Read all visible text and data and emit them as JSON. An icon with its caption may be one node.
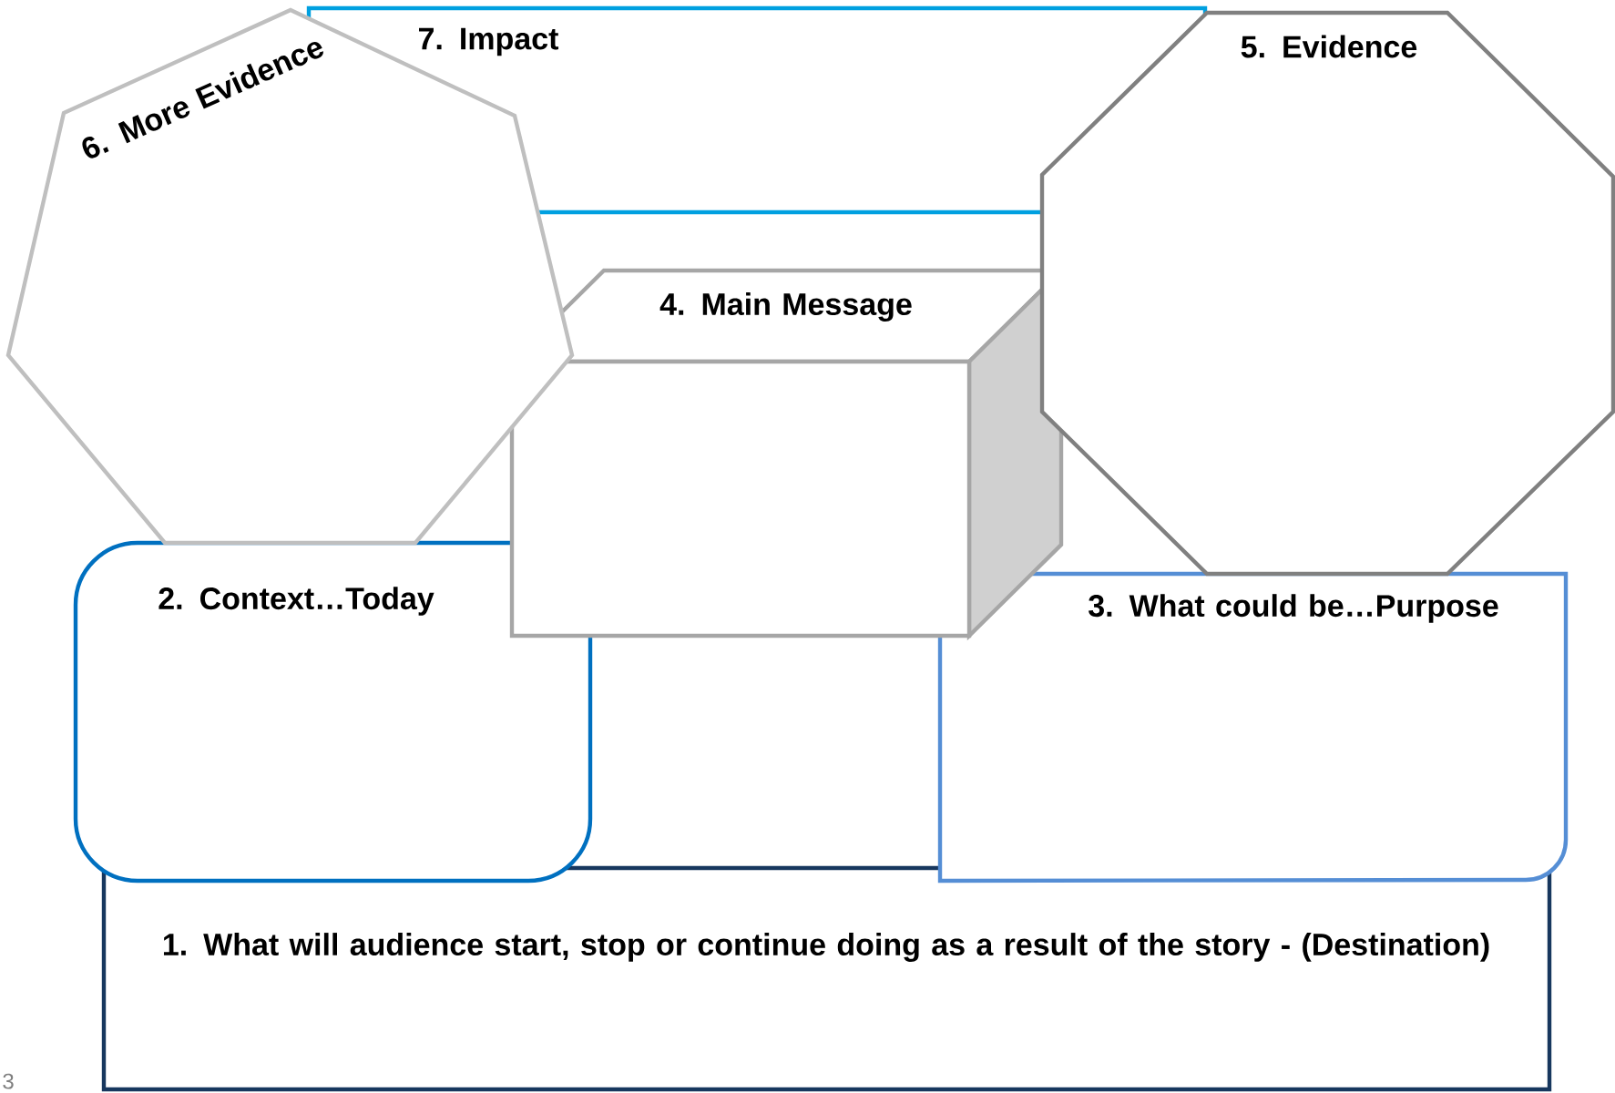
{
  "diagram": {
    "nodes": [
      {
        "text": [
          "6. More Evidence"
        ]
      },
      {
        "text": [
          "7. Impact"
        ]
      },
      {
        "text": [
          "5. Evidence"
        ]
      },
      {
        "text": [
          "4. Main Message"
        ]
      },
      {
        "text": [
          "2. Context…Today"
        ]
      },
      {
        "text": [
          "3. What could be…Purpose"
        ]
      },
      {
        "text": [
          "1. What will audience start, stop or continue doing as a result of the story - (Destination)"
        ]
      }
    ],
    "labels": [
      "3"
    ]
  }
}
